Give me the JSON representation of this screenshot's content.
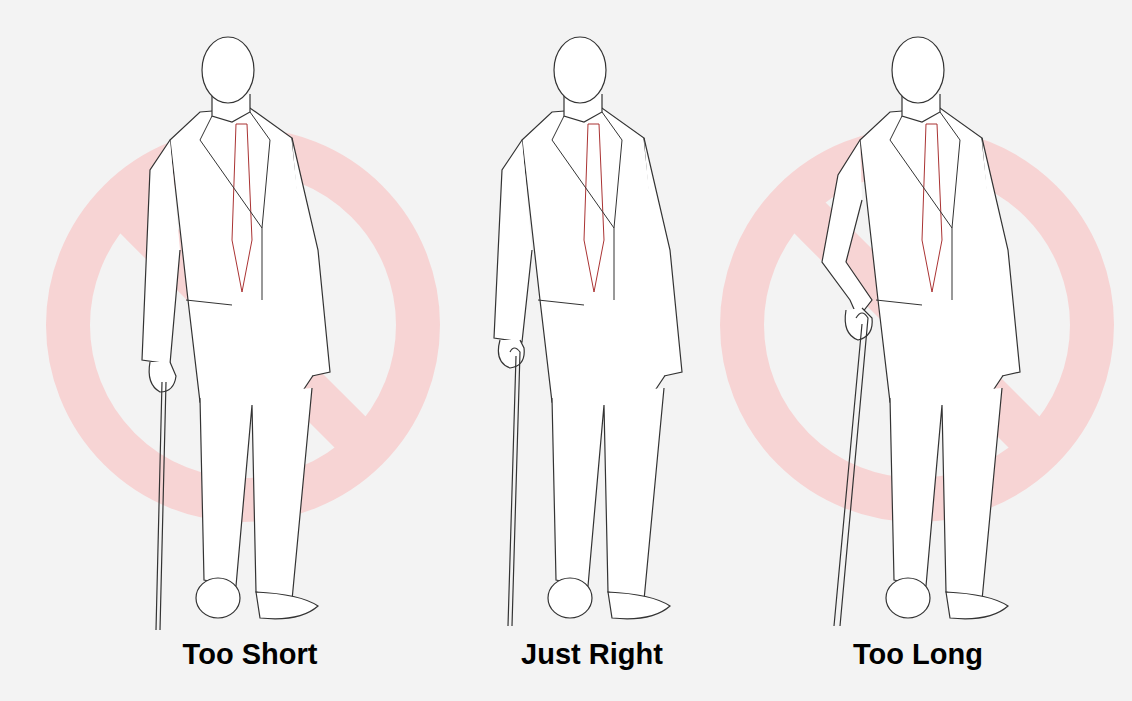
{
  "diagram": {
    "labels": [
      "Too Short",
      "Just Right",
      "Too Long"
    ]
  }
}
